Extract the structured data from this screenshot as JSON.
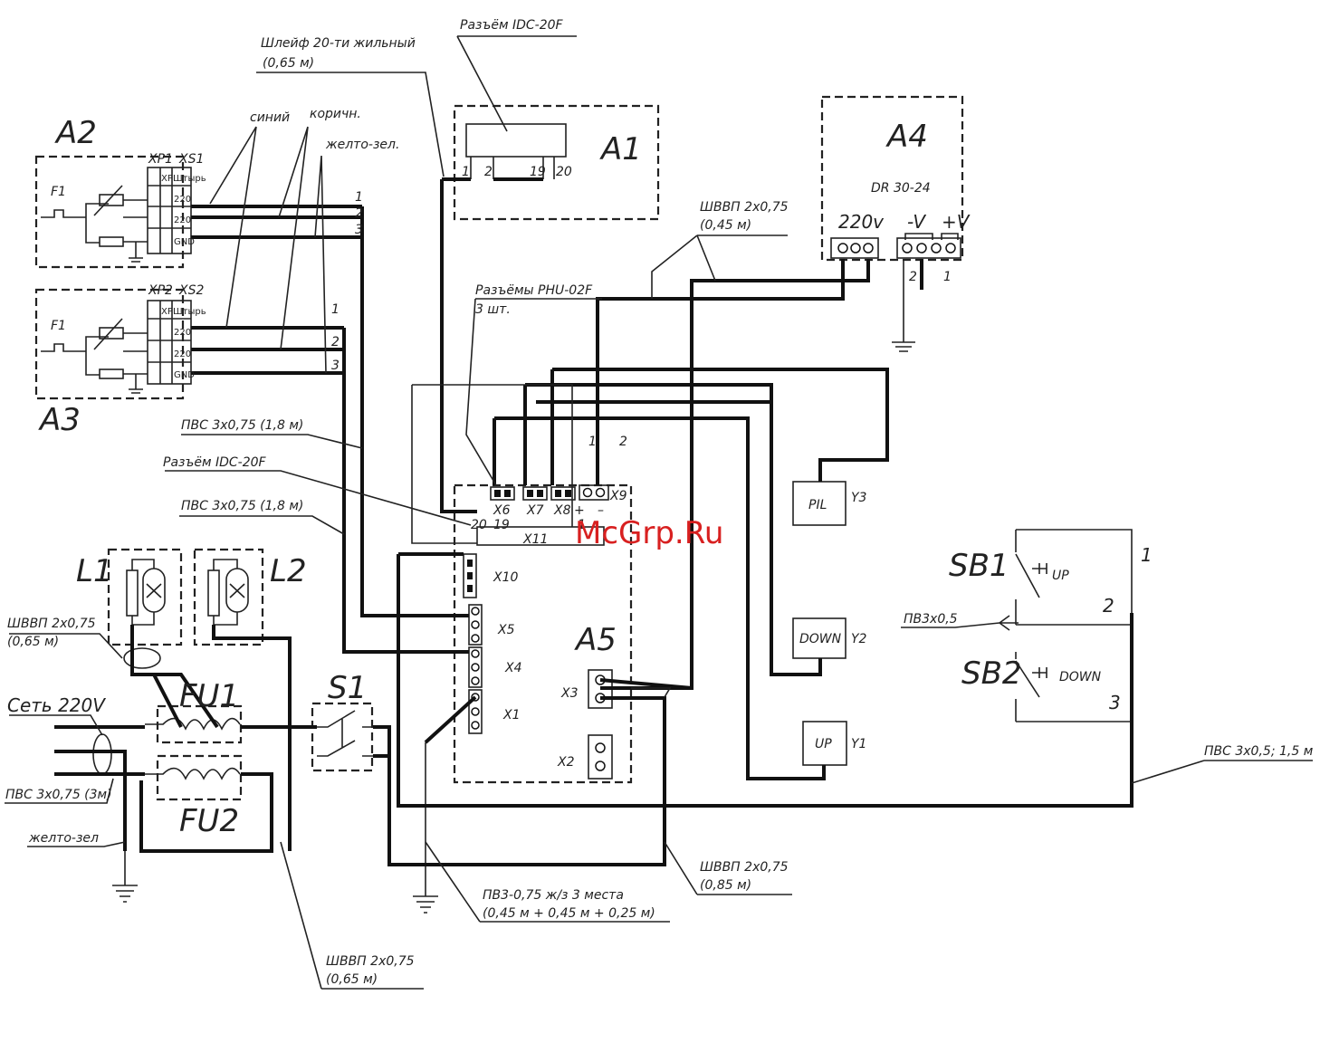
{
  "blocks": {
    "A1": "A1",
    "A2": "A2",
    "A3": "A3",
    "A4": "A4",
    "A5": "A5",
    "L1": "L1",
    "L2": "L2",
    "FU1": "FU1",
    "FU2": "FU2",
    "S1": "S1",
    "SB1": "SB1",
    "SB2": "SB2"
  },
  "callouts": {
    "cable_20wire": "Шлейф 20-ти жильный",
    "cable_20wire_len": "(0,65 м)",
    "idc_top": "Разъём IDC-20F",
    "idc_mid": "Разъём IDC-20F",
    "phu": "Разъёмы PHU-02F",
    "phu_qty": "3 шт.",
    "shvvp_045": "ШВВП 2х0,75",
    "shvvp_045_len": "(0,45 м)",
    "pvs_a": "ПВС 3х0,75 (1,8 м)",
    "pvs_b": "ПВС 3х0,75 (1,8 м)",
    "shvvp_065_l": "ШВВП 2х0,75",
    "shvvp_065_l_len": "(0,65 м)",
    "mains": "Сеть 220V",
    "pvs_3m": "ПВС 3х0,75 (3м)",
    "yellow_green": "желто-зел",
    "shvvp_065_b": "ШВВП 2х0,75",
    "shvvp_065_b_len": "(0,65 м)",
    "pv3": "ПВ3-0,75 ж/з 3 места",
    "pv3_len": "(0,45 м + 0,45 м + 0,25 м)",
    "shvvp_085": "ШВВП 2х0,75",
    "shvvp_085_len": "(0,85 м)",
    "pvs_05": "ПВС 3х0,5; 1,5 м",
    "pv3x05": "ПВ3х0,5",
    "wire_blue": "синий",
    "wire_brown": "коричн.",
    "wire_yg": "желто-зел."
  },
  "labels": {
    "xp1": "XP1",
    "xs1": "XS1",
    "xp2": "XP2",
    "xs2": "XS2",
    "f1a": "F1",
    "f1b": "F1",
    "dr": "DR 30-24",
    "v220": "220v",
    "vneg": "-V",
    "vpos": "+V",
    "x1": "X1",
    "x2": "X2",
    "x3": "X3",
    "x4": "X4",
    "x5": "X5",
    "x6": "X6",
    "x7": "X7",
    "x8": "X8",
    "x9": "X9",
    "x10": "X10",
    "x11": "X11",
    "plus": "+",
    "minus": "–",
    "y1": "Y1",
    "y2": "Y2",
    "y3": "Y3",
    "y1_box": "UP",
    "y2_box": "DOWN",
    "y3_box": "PIL",
    "sb1_btn": "UP",
    "sb2_btn": "DOWN",
    "pin_220": "220",
    "pin_gnd": "GND",
    "pin_xp": "XP",
    "pin_shtyr": "Штырь",
    "n1": "1",
    "n2": "2",
    "n3": "3",
    "n19": "19",
    "n20": "20"
  },
  "watermark": "McGrp.Ru"
}
